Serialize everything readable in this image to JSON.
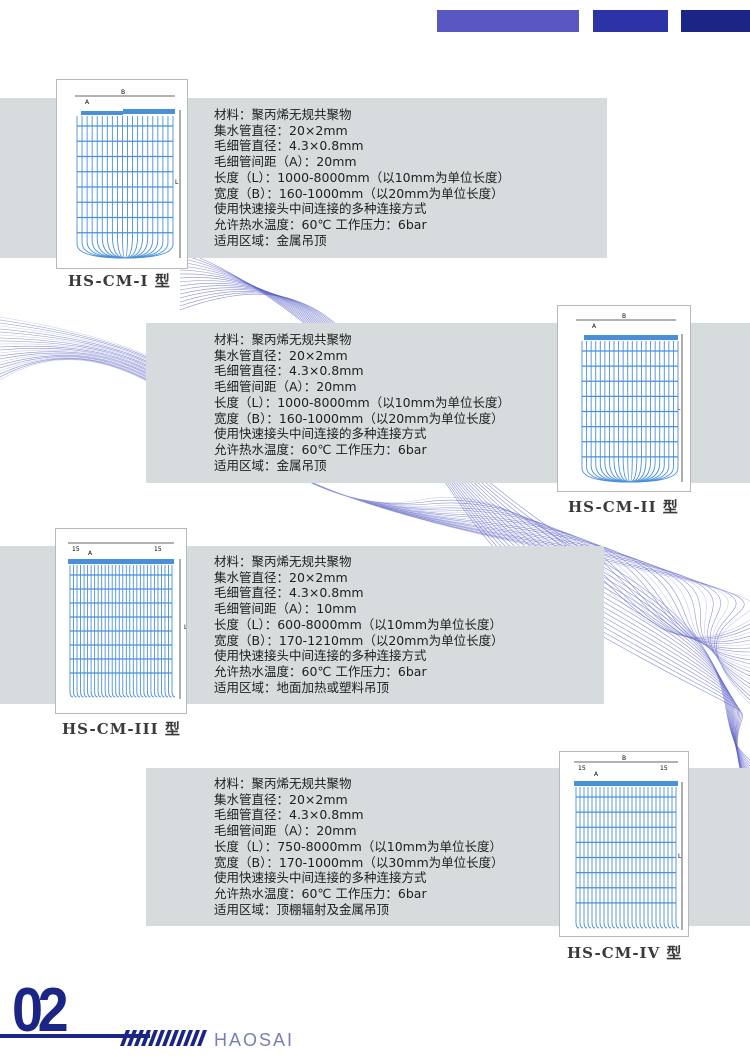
{
  "page_number": "02",
  "brand": "HAOSAI",
  "colors": {
    "accent_dark": "#1b2585",
    "accent_mid": "#5957c2",
    "band": "#d6dcdd",
    "pipe": "#4a90d9"
  },
  "products": [
    {
      "model": "HS-CM-I 型",
      "specs": [
        "材料：聚丙烯无规共聚物",
        "集水管直径：20×2mm",
        "毛细管直径：4.3×0.8mm",
        "毛细管间距（A）：20mm",
        "长度（L）：1000-8000mm（以10mm为单位长度）",
        "宽度（B）：160-1000mm（以20mm为单位长度）",
        "使用快速接头中间连接的多种连接方式",
        "允许热水温度：60℃        工作压力：6bar",
        "适用区域：金属吊顶"
      ],
      "diagram_labels": [
        "B",
        "A",
        "L"
      ]
    },
    {
      "model": "HS-CM-II 型",
      "specs": [
        "材料：聚丙烯无规共聚物",
        "集水管直径：20×2mm",
        "毛细管直径：4.3×0.8mm",
        "毛细管间距（A）：20mm",
        "长度（L）：1000-8000mm（以10mm为单位长度）",
        "宽度（B）：160-1000mm（以20mm为单位长度）",
        "使用快速接头中间连接的多种连接方式",
        "允许热水温度：60℃        工作压力：6bar",
        "适用区域：金属吊顶"
      ],
      "diagram_labels": [
        "B",
        "A",
        "L"
      ]
    },
    {
      "model": "HS-CM-III 型",
      "specs": [
        "材料：聚丙烯无规共聚物",
        "集水管直径：20×2mm",
        "毛细管直径：4.3×0.8mm",
        "毛细管间距（A）：10mm",
        "长度（L）：600-8000mm（以10mm为单位长度）",
        "宽度（B）：170-1210mm（以20mm为单位长度）",
        "使用快速接头中间连接的多种连接方式",
        "允许热水温度：60℃        工作压力：6bar",
        "适用区域：地面加热或塑料吊顶"
      ],
      "diagram_labels": [
        "15",
        "A",
        "15",
        "L"
      ]
    },
    {
      "model": "HS-CM-IV 型",
      "specs": [
        "材料：聚丙烯无规共聚物",
        "集水管直径：20×2mm",
        "毛细管直径：4.3×0.8mm",
        "毛细管间距（A）：20mm",
        "长度（L）：750-8000mm（以10mm为单位长度）",
        "宽度（B）：170-1000mm（以30mm为单位长度）",
        "使用快速接头中间连接的多种连接方式",
        "允许热水温度：60℃        工作压力：6bar",
        "适用区域：顶棚辐射及金属吊顶"
      ],
      "diagram_labels": [
        "B",
        "15",
        "A",
        "15",
        "L"
      ]
    }
  ]
}
